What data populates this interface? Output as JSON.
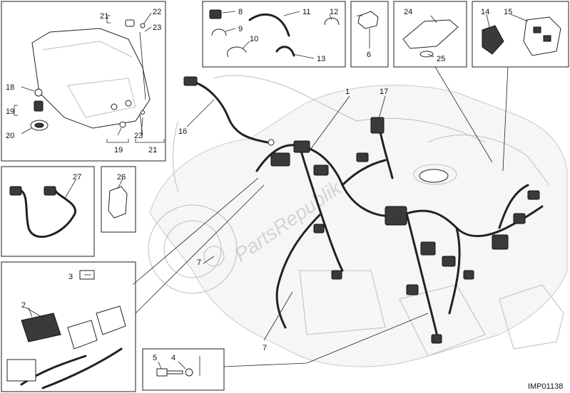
{
  "diagram": {
    "code": "IMP01138",
    "watermark": "PartsRepublik",
    "callouts": {
      "c1": "1",
      "c2": "2",
      "c3": "3",
      "c4": "4",
      "c5": "5",
      "c6": "6",
      "c7a": "7",
      "c7b": "7",
      "c8": "8",
      "c9": "9",
      "c10": "10",
      "c11": "11",
      "c12": "12",
      "c13": "13",
      "c14": "14",
      "c15": "15",
      "c16": "16",
      "c17": "17",
      "c18": "18",
      "c19a": "19",
      "c19b": "19",
      "c20": "20",
      "c21a": "21",
      "c21b": "21",
      "c22": "22",
      "c23a": "23",
      "c23b": "23",
      "c24": "24",
      "c25": "25",
      "c26": "26",
      "c27": "27"
    }
  }
}
